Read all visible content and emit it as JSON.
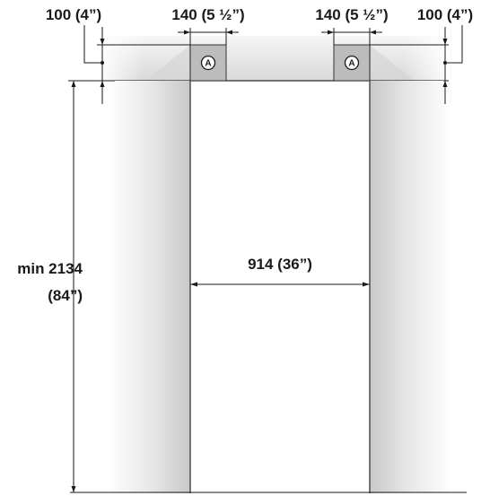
{
  "labels": {
    "left_margin": "100 (4”)",
    "left_anchor_width": "140 (5 ½”)",
    "right_anchor_width": "140 (5 ½”)",
    "right_margin": "100 (4”)",
    "opening_width": "914 (36”)",
    "height_line1": "min 2134",
    "height_line2": "(84”)"
  },
  "anchors": {
    "left": "A",
    "right": "A"
  }
}
